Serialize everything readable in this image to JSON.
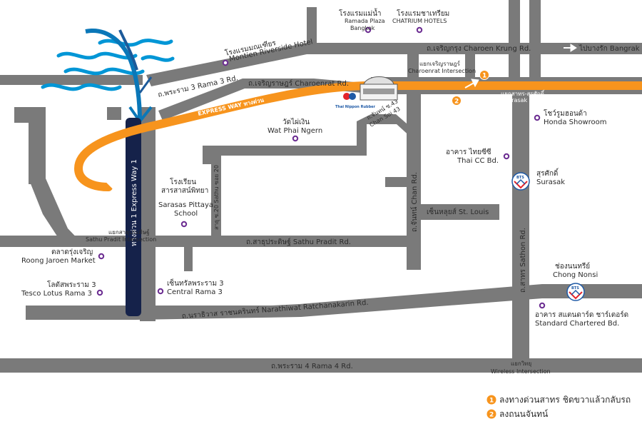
{
  "colors": {
    "road": "#7a7a7a",
    "expressway": "#f7941d",
    "express_way_1": "#15224a",
    "river": "#0096d6",
    "poi": "#6b2c91",
    "badge": "#f7941d",
    "text": "#2b2b2b",
    "bts_red": "#e3242b",
    "bts_blue": "#1f5aa6"
  },
  "roads": {
    "charoen_krung": "ถ.เจริญกรุง   Charoen Krung Rd.",
    "to_bangrak": "ไปบางรัก  Bangrak",
    "rama3": "ถ.พระราม 3    Rama 3 Rd.",
    "charoenrat": "ถ.เจริญราษฎร์  Charoenrat Rd.",
    "express_way": "EXPRESS WAY  ทางด่วน",
    "chan_soi43_th": "ถ.จันทน์ ซ.43",
    "chan_soi43_en": "Chan  Soi 43",
    "chan_rd": "ถ.จันทน์    Chan Rd.",
    "sathu_soi20": "สาธุ ซ.20    Sathu ซอย 20",
    "express_way1": "ทางด่วน 1    Express Way 1",
    "sathu_pradit": "ถ.สาธุประดิษฐ์    Sathu Pradit Rd.",
    "narathiwat": "ถ.นราธิวาส ราชนครินทร์  Narathiwat Ratchanakarin Rd.",
    "sathon": "ถ.สาทร    Sathon Rd.",
    "rama4": "ถ.พระราม 4    Rama 4 Rd."
  },
  "intersections": {
    "charoenrat_th": "แยกเจริญราษฎร์",
    "charoenrat_en": "Charoenrat Intersection",
    "sathon_surasak_th": "แยกสาทร-สุรศักดิ์",
    "sathon_surasak_en": "Sathon-Surasak Intersection",
    "sathu_pradit_th": "แยกสาธุประดิษฐ์",
    "sathu_pradit_en": "Sathu Pradit Intersection",
    "wireless_th": "แยกวิทยุ",
    "wireless_en": "Wireless Intersection"
  },
  "places": {
    "menam_th": "โรงแรมแม่น้ำ",
    "menam_en1": "Ramada Plaza",
    "menam_en2": "Bangkok",
    "chatrium_th": "โรงแรมชาเทรียม",
    "chatrium_en": "CHATRIUM HOTELS",
    "montien_th": "โรงแรมมณเฑียร",
    "montien_en": "Montien Riverside Hotel",
    "wat_th": "วัดไผ่เงิน",
    "wat_en": "Wat Phai Ngern",
    "honda_th": "โชว์รูมฮอนด้า",
    "honda_en": "Honda Showroom",
    "thaicc_th": "อาคาร ไทยซีซี",
    "thaicc_en": "Thai CC Bd.",
    "surasak_th": "สุรศักดิ์",
    "surasak_en": "Surasak",
    "school_th1": "โรงเรียน",
    "school_th2": "สารสาสน์พิทยา",
    "school_en1": "Sarasas Pittaya",
    "school_en2": "School",
    "stlouis": "เซ็นหลุยส์  St. Louis",
    "roong_th": "ตลาดรุ่งเจริญ",
    "roong_en": "Roong Jaroen Market",
    "tesco_th": "โลตัสพระราม 3",
    "tesco_en": "Tesco Lotus Rama 3",
    "central_th": "เซ็นทรัลพระราม 3",
    "central_en": "Central Rama 3",
    "chongnonsi_th": "ช่องนนทรีย์",
    "chongnonsi_en": "Chong Nonsi",
    "standard_th": "อาคาร สแตนดาร์ด ชาร์เตอร์ด",
    "standard_en": "Standard Chartered Bd.",
    "logo": "Thai Nippon Rubber",
    "bts": "BTS"
  },
  "badges": {
    "one": "1",
    "two": "2"
  },
  "legend": {
    "item1": "ลงทางด่วนสาทร ชิดขวาแล้วกลับรถ",
    "item2": "ลงถนนจันทน์"
  }
}
